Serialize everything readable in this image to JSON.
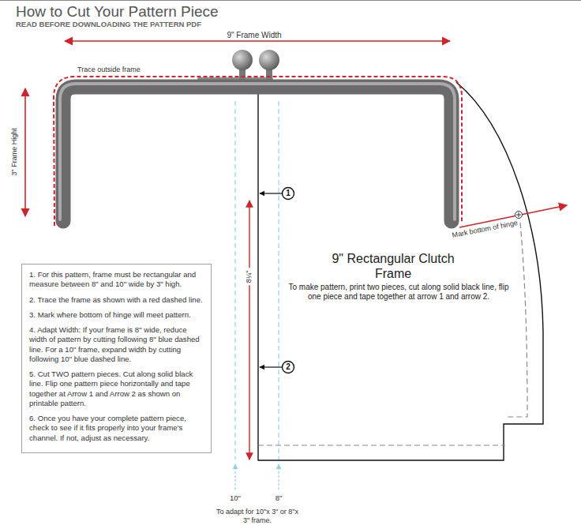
{
  "diagram": {
    "title": "How to Cut Your Pattern Piece",
    "nodes": [
      {
        "text": [
          "1. For this pattern, frame must be rectangular and measure between 8\" and 10\" wide by 3\" high.",
          "2. Trace the frame as shown with a red dashed line.",
          "3. Mark where bottom of hinge will meet pattern.",
          "4. Adapt Width: If your frame is 8\" wide, reduce width of pattern by cutting following 8\" blue dashed line. For a 10\" frame, expand width by cutting following 10\" blue dashed line.",
          "5. Cut TWO pattern pieces. Cut along solid black line. Flip one pattern piece horizontally and tape together at Arrow 1 and Arrow 2 as shown on printable pattern.",
          "6. Once you have your complete pattern piece, check to see if it fits properly into your frame's channel. If not, adjust as necessary."
        ]
      }
    ],
    "labels": [
      "READ BEFORE DOWNLOADING THE PATTERN PDF",
      "9\" Frame Width",
      "Trace outside frame",
      "3\" Frame Hight",
      "Mark bottom of hinge",
      "1",
      "2",
      "8¼\"",
      "9\" Rectangular Clutch Frame",
      "To make pattern, print two pieces, cut along solid black line, flip one piece and tape together at arrow 1 and arrow 2.",
      "10\"",
      "8\"",
      "To adapt for 10\"x 3\" or 8\"x 3\" frame."
    ]
  }
}
